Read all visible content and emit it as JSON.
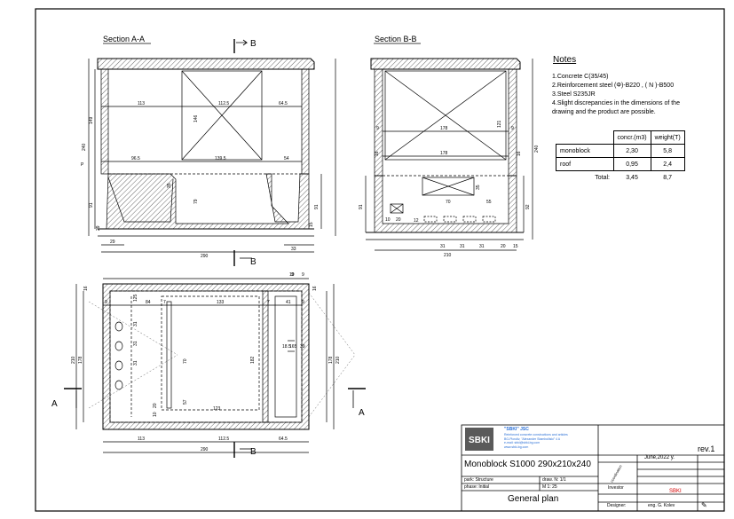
{
  "section_aa": {
    "title": "Section A-A",
    "cut_label": "B",
    "dims": {
      "h_total": "240",
      "h_upper": "149",
      "h_lower": "91",
      "w_left": "113",
      "w_mid": "112.5",
      "w_right": "64.5",
      "w_lower_left": "96.5",
      "w_lower_mid": "139.5",
      "w_lower_right": "54",
      "hatch_h": "146",
      "p_mark": "P",
      "bot_w": "290",
      "bot_right": "33",
      "side_small1": "29",
      "side_small2": "29",
      "small_a": "79",
      "small_b": "35",
      "small_c": "15",
      "right_lower": "91"
    }
  },
  "section_bb": {
    "title": "Section B-B",
    "dims": {
      "h_total": "240",
      "top_w": "178",
      "right_h": "121",
      "left_small": "9",
      "right_small": "9",
      "mid_w": "178",
      "left_16": "16",
      "right_16": "16",
      "lower_h": "91",
      "lower_right": "92",
      "w_70": "70",
      "w_55": "55",
      "small_35": "35",
      "small_10": "10",
      "small_20": "20",
      "small_12": "12",
      "bot_31a": "31",
      "bot_31b": "31",
      "bot_31c": "31",
      "bot_20": "20",
      "bot_15": "15",
      "bot_w": "210"
    }
  },
  "plan": {
    "cut_b_top": "B",
    "cut_b_bottom": "B",
    "cut_a_left": "A",
    "cut_a_right": "A",
    "dims": {
      "top_16": "16",
      "top_9a": "9",
      "top_9b": "9",
      "top_19": "19",
      "top_16r": "16",
      "row_9": "9",
      "row_84": "84",
      "row_7a": "7",
      "row_133": "133",
      "row_7b": "7",
      "row_41": "41",
      "row_9r": "9",
      "left_178": "178",
      "left_210": "210",
      "right_178": "178",
      "right_210": "210",
      "mid_182": "182",
      "mid_123": "123",
      "mid_70": "70",
      "small_57": "57",
      "bot_113": "113",
      "bot_1125": "112.5",
      "bot_645": "64.5",
      "bot_290": "290",
      "v_125": "125",
      "v_31a": "31",
      "v_31b": "31",
      "v_31c": "31",
      "v_165": "165",
      "v_20": "20",
      "v_10": "10",
      "r_39": "39",
      "r_185": "18.5"
    }
  },
  "notes": {
    "title": "Notes",
    "lines": [
      "1.Concrete C(35/45)",
      "2.Reinforcement steel  (Φ)-B220 , ( N )-B500",
      "3.Steel  S235JR",
      "4.Slight discrepancies in the dimensions of the",
      "drawing and the product are possible."
    ]
  },
  "weights": {
    "headers": [
      "concr.(m3)",
      "weight(T)"
    ],
    "rows": [
      {
        "name": "monoblock",
        "concr": "2,30",
        "weight": "5,8"
      },
      {
        "name": "roof",
        "concr": "0,95",
        "weight": "2,4"
      },
      {
        "name": "Total:",
        "concr": "3,45",
        "weight": "8,7"
      }
    ]
  },
  "title_block": {
    "company": "\"SBKI\" JSC",
    "company_lines": [
      "Reinforced concrete constructions and articles",
      "BG-Plovdiv, \"Alexander Stamboliiski\" 4 A",
      "e-mail: sbki@sbki-bg.com",
      "www.sbki-bg.com"
    ],
    "logo": "SBKI",
    "product": "Monoblock S1000 290x210x240",
    "revision": "rev.1",
    "date": "June,2022 y.",
    "park_label": "park: Structure",
    "phase_label": "phase: Initial",
    "draw_no": "draw. N: 1/1",
    "scale": "M 1: 25",
    "sheet_title": "General plan",
    "investor_label": "Investor",
    "investor": "SBKI",
    "designer_label": "Designer:",
    "designer": "eng. G. Kolev",
    "vertical_label": "coordination"
  },
  "colors": {
    "investor": "#d40000",
    "logo_blue": "#2a6fd6",
    "line": "#000000"
  }
}
